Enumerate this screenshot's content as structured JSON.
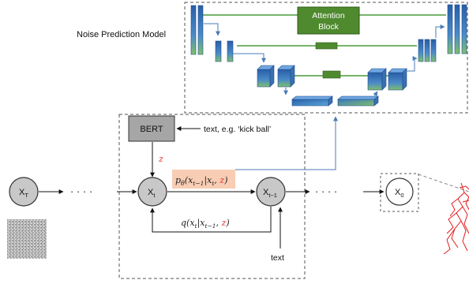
{
  "model_box_title": "Noise Prediction Model",
  "attention": {
    "line1": "Attention",
    "line2": "Block"
  },
  "bert_label": "BERT",
  "text_input_label": "text, e.g. ‘kick ball’",
  "z_label": "z",
  "nodes": {
    "xT": {
      "main": "X",
      "sub": "T"
    },
    "xt": {
      "main": "X",
      "sub": "t"
    },
    "xt1": {
      "main": "X",
      "sub": "t−1"
    },
    "x0": {
      "main": "X",
      "sub": "0"
    }
  },
  "dots": "· · · ·",
  "p_theta": {
    "pre": "p",
    "theta": "θ",
    "mid": "(x",
    "sub1": "t−1",
    "bar": "|x",
    "sub2": "t",
    "comma": ", ",
    "z": "z",
    "close": ")"
  },
  "q_dist": {
    "pre": "q(x",
    "sub1": "t",
    "bar": "|x",
    "sub2": "t−1",
    "comma": ", ",
    "z": "z",
    "close": ")"
  },
  "text_bottom_label": "text",
  "colors": {
    "node_fill": "#c8c8c8",
    "bert_fill": "#a6a6a6",
    "attention_fill": "#4f8a2f",
    "p_theta_bg": "#f8cdb3",
    "z_red": "#e03030",
    "arrow_blue": "#4a7bb7",
    "line_green": "#4a9a3a",
    "motion_red": "#e41b1b"
  }
}
